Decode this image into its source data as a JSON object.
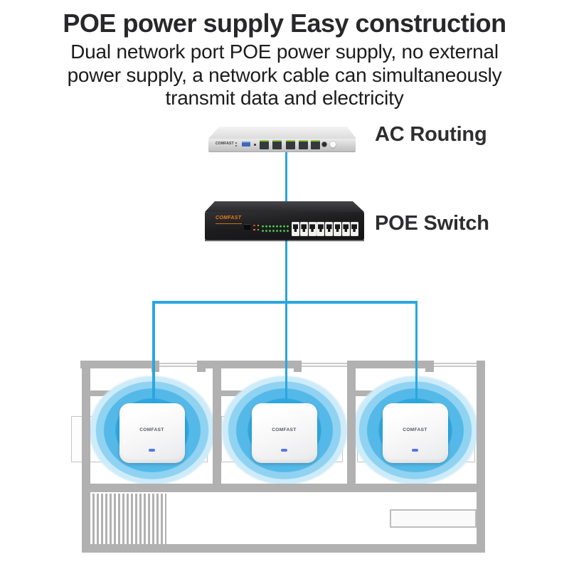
{
  "header": {
    "title": "POE power supply Easy construction",
    "subtitle": "Dual network port POE power supply, no external\npower supply, a network cable can simultaneously\ntransmit data and electricity"
  },
  "devices": {
    "router": {
      "brand": "COMFAST",
      "label": "AC Routing"
    },
    "switch": {
      "brand": "COMFAST",
      "label": "POE Switch"
    },
    "aps": [
      {
        "brand": "COMFAST"
      },
      {
        "brand": "COMFAST"
      },
      {
        "brand": "COMFAST"
      }
    ]
  },
  "colors": {
    "cable_blue": "#2aa6de",
    "wifi_blue": "#36a9e1",
    "frame_gray": "#b1b1b1",
    "switch_logo_orange": "#ea7c1e",
    "router_port_green": "#8cc63e",
    "ap_led_blue": "#5577e0",
    "text_dark": "#28282a"
  }
}
